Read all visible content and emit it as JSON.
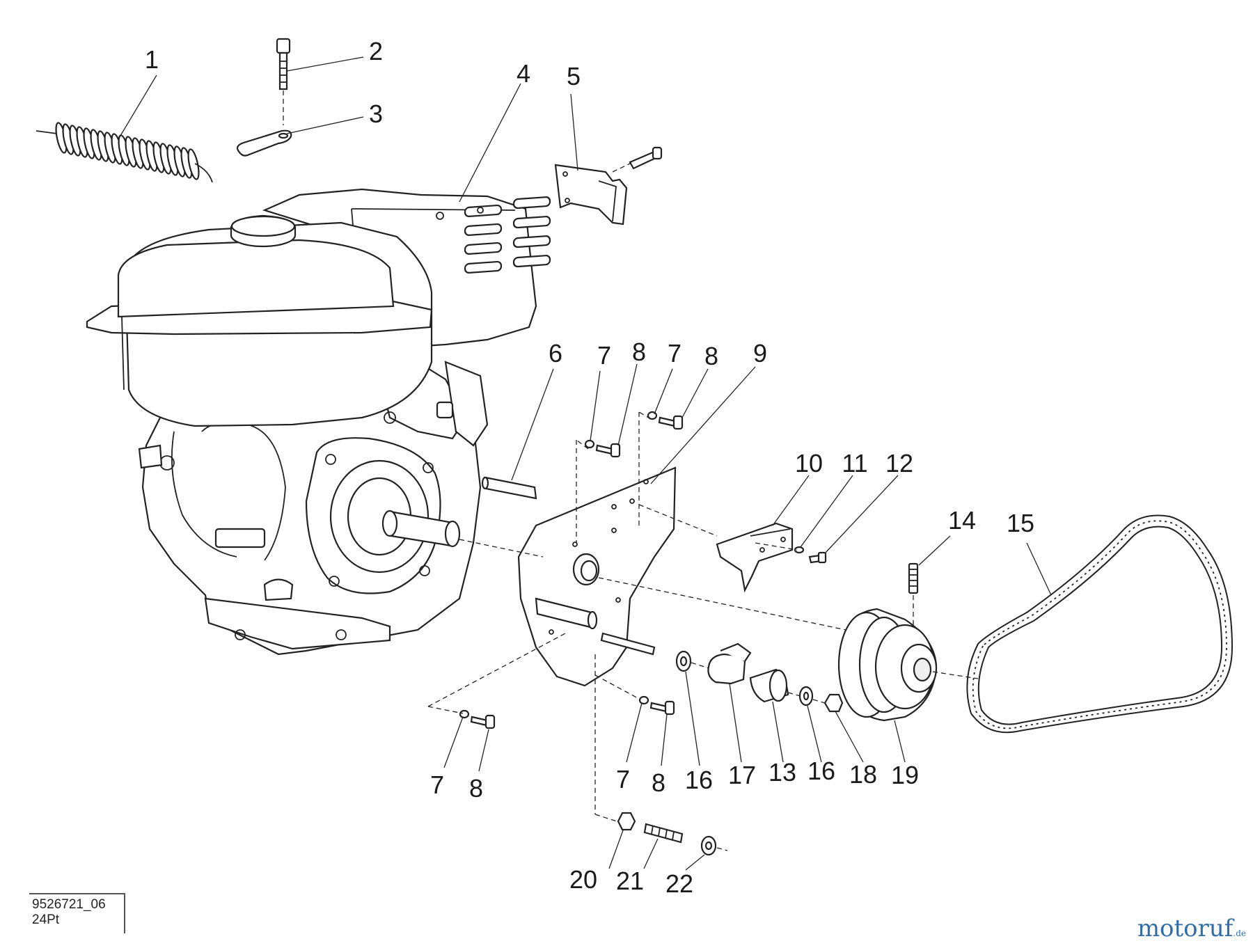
{
  "drawing": {
    "ref_number": "9526721_06",
    "ref_code": "24Pt",
    "watermark": "motoruf",
    "watermark_tld": ".de"
  },
  "callouts": [
    {
      "id": "c1",
      "text": "1"
    },
    {
      "id": "c2",
      "text": "2"
    },
    {
      "id": "c3",
      "text": "3"
    },
    {
      "id": "c4",
      "text": "4"
    },
    {
      "id": "c5",
      "text": "5"
    },
    {
      "id": "c6",
      "text": "6"
    },
    {
      "id": "c7a",
      "text": "7"
    },
    {
      "id": "c8a",
      "text": "8"
    },
    {
      "id": "c7b",
      "text": "7"
    },
    {
      "id": "c8b",
      "text": "8"
    },
    {
      "id": "c9",
      "text": "9"
    },
    {
      "id": "c10",
      "text": "10"
    },
    {
      "id": "c11",
      "text": "11"
    },
    {
      "id": "c12",
      "text": "12"
    },
    {
      "id": "c14",
      "text": "14"
    },
    {
      "id": "c15",
      "text": "15"
    },
    {
      "id": "c7c",
      "text": "7"
    },
    {
      "id": "c8c",
      "text": "8"
    },
    {
      "id": "c7d",
      "text": "7"
    },
    {
      "id": "c8d",
      "text": "8"
    },
    {
      "id": "c16a",
      "text": "16"
    },
    {
      "id": "c17",
      "text": "17"
    },
    {
      "id": "c13",
      "text": "13"
    },
    {
      "id": "c16b",
      "text": "16"
    },
    {
      "id": "c18",
      "text": "18"
    },
    {
      "id": "c19",
      "text": "19"
    },
    {
      "id": "c20",
      "text": "20"
    },
    {
      "id": "c21",
      "text": "21"
    },
    {
      "id": "c22",
      "text": "22"
    }
  ]
}
